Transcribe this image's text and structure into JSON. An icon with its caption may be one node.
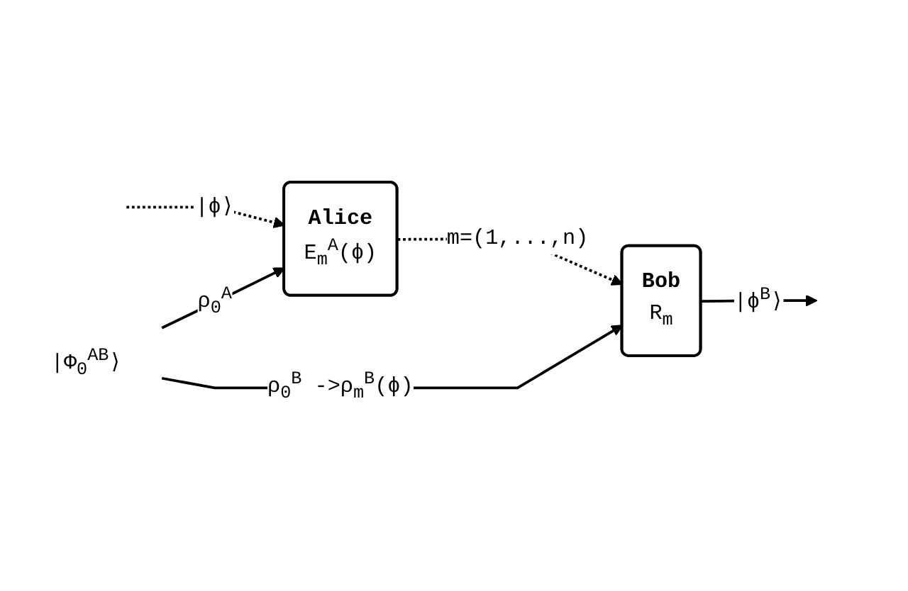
{
  "diagram": {
    "nodes": [
      {
        "text": [
          "Alice",
          "E$_{m}$$^{A}$(ϕ)"
        ]
      },
      {
        "text": [
          "Bob",
          "R$_{m}$"
        ]
      },
      {
        "text": [
          "|Φ$_{0}$$^{AB}$⟩"
        ]
      }
    ],
    "edges": [
      {
        "from": null,
        "to": 0,
        "arrow": "to",
        "style": "dashed",
        "label": "|ϕ⟩"
      },
      {
        "from": 0,
        "to": 1,
        "arrow": "to",
        "style": "dashed",
        "label": "m=(1,...,n)"
      },
      {
        "from": 1,
        "to": null,
        "arrow": "to",
        "label": "|ϕ$^{B}$⟩"
      },
      {
        "from": 2,
        "to": 0,
        "arrow": "to",
        "label": "ρ$_{0}$$^{A}$"
      },
      {
        "from": 2,
        "to": 1,
        "arrow": "to",
        "label": "ρ$_{0}$$^{B}$ ->ρ$_{m}$$^{B}$(ϕ)"
      }
    ]
  }
}
